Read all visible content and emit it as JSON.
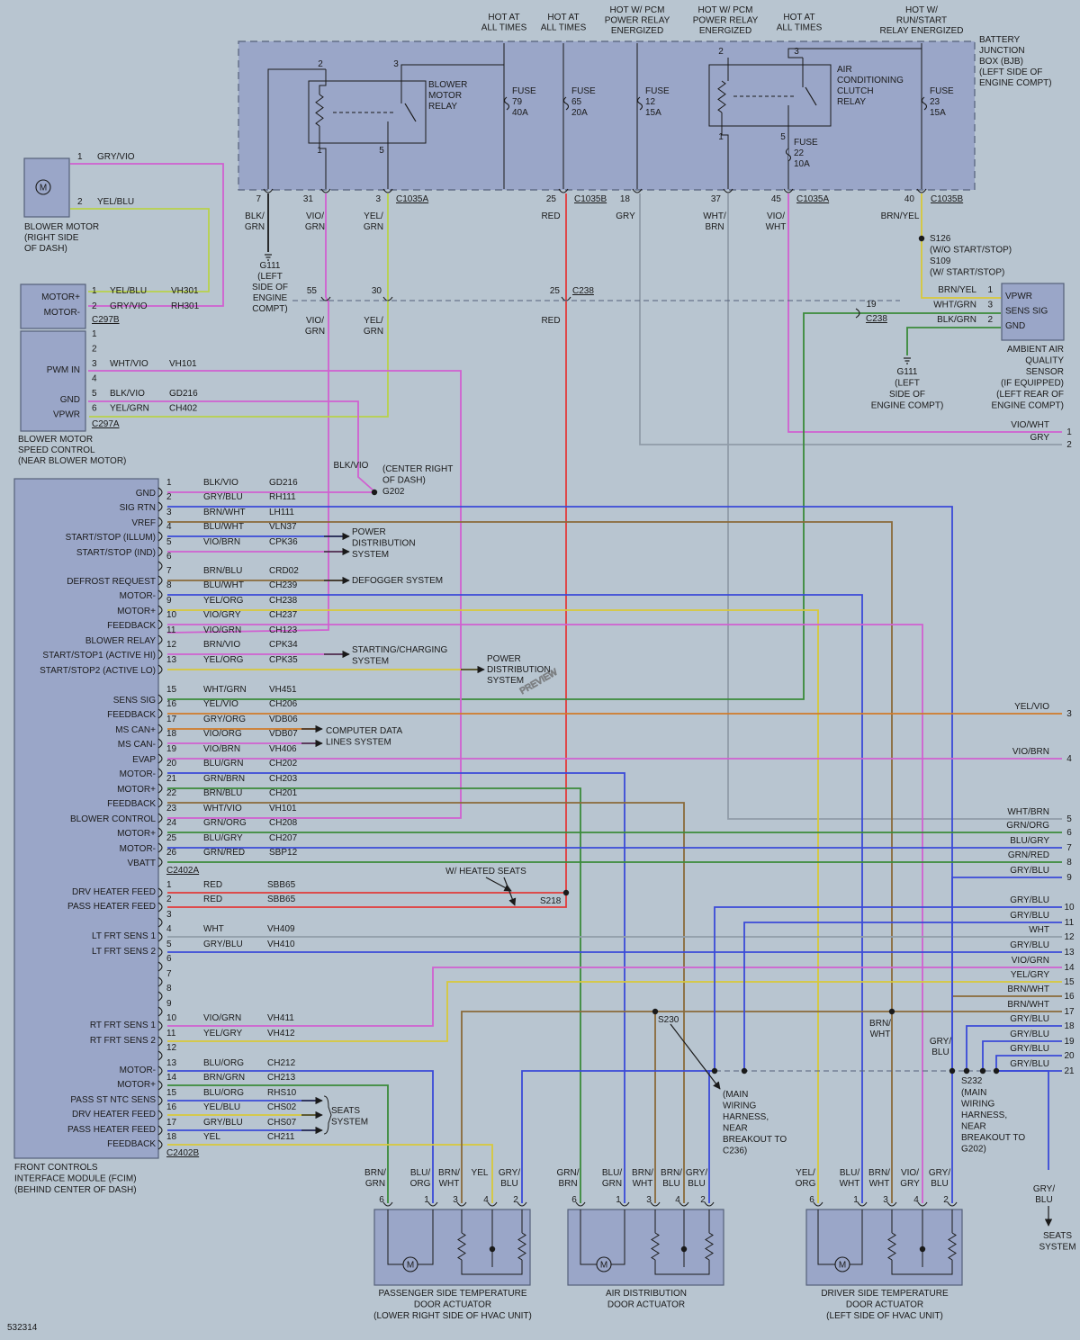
{
  "figure_id": "532314",
  "watermark": "PREVIEW",
  "colors": {
    "background": "#b8c5d0",
    "module_fill": "#9aa6c8",
    "red": "#e23a3a",
    "pink": "#d060d0",
    "yelgrn": "#b8d24a",
    "gry": "#909ca8",
    "grn": "#3a8a3a",
    "blu": "#3a4ad8",
    "brown": "#8a6a3a",
    "orange": "#d07a2a",
    "yellow": "#d8c83a",
    "black": "#1a1a1a"
  },
  "bjb": {
    "lines": [
      "BATTERY",
      "JUNCTION",
      "BOX (BJB)",
      "(LEFT SIDE OF",
      "ENGINE COMPT)"
    ],
    "supply_labels": [
      [
        "HOT AT",
        "ALL TIMES"
      ],
      [
        "HOT AT",
        "ALL TIMES"
      ],
      [
        "HOT W/ PCM",
        "POWER RELAY",
        "ENERGIZED"
      ],
      [
        "HOT W/ PCM",
        "POWER RELAY",
        "ENERGIZED"
      ],
      [
        "HOT AT",
        "ALL TIMES"
      ],
      [
        "HOT W/",
        "RUN/START",
        "RELAY ENERGIZED"
      ]
    ],
    "blower_relay": [
      "BLOWER",
      "MOTOR",
      "RELAY"
    ],
    "ac_relay": [
      "AIR",
      "CONDITIONING",
      "CLUTCH",
      "RELAY"
    ],
    "fuses": [
      [
        "FUSE",
        "79",
        "40A"
      ],
      [
        "FUSE",
        "65",
        "20A"
      ],
      [
        "FUSE",
        "12",
        "15A"
      ],
      [
        "FUSE",
        "22",
        "10A"
      ],
      [
        "FUSE",
        "23",
        "15A"
      ]
    ],
    "relay_pins": [
      "2",
      "3",
      "1",
      "5",
      "2",
      "3",
      "1",
      "5"
    ],
    "pins": [
      "7",
      "31",
      "3",
      "25",
      "18",
      "37",
      "45",
      "40"
    ],
    "connectors": [
      "C1035A",
      "C1035B",
      "C1035A",
      "C1035B"
    ],
    "wire_colors": [
      [
        "BLK/",
        "GRN"
      ],
      [
        "VIO/",
        "GRN"
      ],
      [
        "YEL/",
        "GRN"
      ],
      [
        "RED"
      ],
      [
        "GRY"
      ],
      [
        "WHT/",
        "BRN"
      ],
      [
        "VIO/",
        "WHT"
      ],
      [
        "BRN/YEL"
      ]
    ]
  },
  "inline_c238": {
    "pins": [
      "55",
      "30",
      "25",
      "19"
    ],
    "name": "C238",
    "colors": [
      [
        "VIO/",
        "GRN"
      ],
      [
        "YEL/",
        "GRN"
      ],
      [
        "RED"
      ]
    ]
  },
  "g111_left": [
    "G111",
    "(LEFT",
    "SIDE OF",
    "ENGINE",
    "COMPT)"
  ],
  "g111_right": [
    "G111",
    "(LEFT",
    "SIDE OF",
    "ENGINE COMPT)"
  ],
  "s126": [
    "S126",
    "(W/O START/STOP)",
    "S109",
    "(W/ START/STOP)"
  ],
  "blower_motor": {
    "symbol": "M",
    "lines": [
      "BLOWER MOTOR",
      "(RIGHT SIDE",
      "OF DASH)"
    ],
    "pins": [
      {
        "n": "1",
        "color": "GRY/VIO"
      },
      {
        "n": "2",
        "color": "YEL/BLU"
      }
    ]
  },
  "bmsc": {
    "lines": [
      "BLOWER MOTOR",
      "SPEED CONTROL",
      "(NEAR BLOWER MOTOR)"
    ],
    "upper": {
      "connector": "C297B",
      "rows": [
        {
          "label": "MOTOR+",
          "pin": "1",
          "color": "YEL/BLU",
          "circuit": "VH301"
        },
        {
          "label": "MOTOR-",
          "pin": "2",
          "color": "GRY/VIO",
          "circuit": "RH301"
        }
      ]
    },
    "lower": {
      "connector": "C297A",
      "rows": [
        {
          "label": "",
          "pin": "1",
          "color": "",
          "circuit": ""
        },
        {
          "label": "",
          "pin": "2",
          "color": "",
          "circuit": ""
        },
        {
          "label": "PWM IN",
          "pin": "3",
          "color": "WHT/VIO",
          "circuit": "VH101"
        },
        {
          "label": "",
          "pin": "4",
          "color": "",
          "circuit": ""
        },
        {
          "label": "GND",
          "pin": "5",
          "color": "BLK/VIO",
          "circuit": "GD216"
        },
        {
          "label": "VPWR",
          "pin": "6",
          "color": "YEL/GRN",
          "circuit": "CH402"
        }
      ]
    }
  },
  "g202": {
    "wire": "BLK/VIO",
    "lines": [
      "(CENTER RIGHT",
      "OF DASH)",
      "G202"
    ]
  },
  "aaq": {
    "lines": [
      "AMBIENT AIR",
      "QUALITY",
      "SENSOR",
      "(IF EQUIPPED)",
      "(LEFT REAR OF",
      "ENGINE COMPT)"
    ],
    "rows": [
      {
        "label": "VPWR",
        "pin": "1",
        "color": "BRN/YEL"
      },
      {
        "label": "SENS SIG",
        "pin": "3",
        "color": "WHT/GRN"
      },
      {
        "label": "GND",
        "pin": "2",
        "color": "BLK/GRN"
      }
    ]
  },
  "fcim": {
    "lines": [
      "FRONT CONTROLS",
      "INTERFACE MODULE (FCIM)",
      "(BEHIND CENTER OF DASH)"
    ],
    "a": {
      "connector": "C2402A",
      "rows": [
        {
          "pin": "1",
          "label": "GND",
          "color": "BLK/VIO",
          "circuit": "GD216"
        },
        {
          "pin": "2",
          "label": "SIG RTN",
          "color": "GRY/BLU",
          "circuit": "RH111"
        },
        {
          "pin": "3",
          "label": "VREF",
          "color": "BRN/WHT",
          "circuit": "LH111"
        },
        {
          "pin": "4",
          "label": "START/STOP (ILLUM)",
          "color": "BLU/WHT",
          "circuit": "VLN37"
        },
        {
          "pin": "5",
          "label": "START/STOP (IND)",
          "color": "VIO/BRN",
          "circuit": "CPK36"
        },
        {
          "pin": "6",
          "label": "",
          "color": "",
          "circuit": ""
        },
        {
          "pin": "7",
          "label": "DEFROST REQUEST",
          "color": "BRN/BLU",
          "circuit": "CRD02"
        },
        {
          "pin": "8",
          "label": "MOTOR-",
          "color": "BLU/WHT",
          "circuit": "CH239"
        },
        {
          "pin": "9",
          "label": "MOTOR+",
          "color": "YEL/ORG",
          "circuit": "CH238"
        },
        {
          "pin": "10",
          "label": "FEEDBACK",
          "color": "VIO/GRY",
          "circuit": "CH237"
        },
        {
          "pin": "11",
          "label": "BLOWER RELAY",
          "color": "VIO/GRN",
          "circuit": "CH123"
        },
        {
          "pin": "12",
          "label": "START/STOP1 (ACTIVE HI)",
          "color": "BRN/VIO",
          "circuit": "CPK34"
        },
        {
          "pin": "13",
          "label": "START/STOP2 (ACTIVE LO)",
          "color": "YEL/ORG",
          "circuit": "CPK35"
        },
        {
          "pin": "15",
          "label": "SENS SIG",
          "color": "WHT/GRN",
          "circuit": "VH451"
        },
        {
          "pin": "16",
          "label": "FEEDBACK",
          "color": "YEL/VIO",
          "circuit": "CH206"
        },
        {
          "pin": "17",
          "label": "MS CAN+",
          "color": "GRY/ORG",
          "circuit": "VDB06"
        },
        {
          "pin": "18",
          "label": "MS CAN-",
          "color": "VIO/ORG",
          "circuit": "VDB07"
        },
        {
          "pin": "19",
          "label": "EVAP",
          "color": "VIO/BRN",
          "circuit": "VH406"
        },
        {
          "pin": "20",
          "label": "MOTOR-",
          "color": "BLU/GRN",
          "circuit": "CH202"
        },
        {
          "pin": "21",
          "label": "MOTOR+",
          "color": "GRN/BRN",
          "circuit": "CH203"
        },
        {
          "pin": "22",
          "label": "FEEDBACK",
          "color": "BRN/BLU",
          "circuit": "CH201"
        },
        {
          "pin": "23",
          "label": "BLOWER CONTROL",
          "color": "WHT/VIO",
          "circuit": "VH101"
        },
        {
          "pin": "24",
          "label": "MOTOR+",
          "color": "GRN/ORG",
          "circuit": "CH208"
        },
        {
          "pin": "25",
          "label": "MOTOR-",
          "color": "BLU/GRY",
          "circuit": "CH207"
        },
        {
          "pin": "26",
          "label": "VBATT",
          "color": "GRN/RED",
          "circuit": "SBP12"
        }
      ]
    },
    "b": {
      "connector": "C2402B",
      "rows": [
        {
          "pin": "1",
          "label": "DRV HEATER FEED",
          "color": "RED",
          "circuit": "SBB65"
        },
        {
          "pin": "2",
          "label": "PASS HEATER FEED",
          "color": "RED",
          "circuit": "SBB65"
        },
        {
          "pin": "3",
          "label": "",
          "color": "",
          "circuit": ""
        },
        {
          "pin": "4",
          "label": "LT FRT SENS 1",
          "color": "WHT",
          "circuit": "VH409"
        },
        {
          "pin": "5",
          "label": "LT FRT SENS 2",
          "color": "GRY/BLU",
          "circuit": "VH410"
        },
        {
          "pin": "6",
          "label": "",
          "color": "",
          "circuit": ""
        },
        {
          "pin": "7",
          "label": "",
          "color": "",
          "circuit": ""
        },
        {
          "pin": "8",
          "label": "",
          "color": "",
          "circuit": ""
        },
        {
          "pin": "9",
          "label": "",
          "color": "",
          "circuit": ""
        },
        {
          "pin": "10",
          "label": "RT FRT SENS 1",
          "color": "VIO/GRN",
          "circuit": "VH411"
        },
        {
          "pin": "11",
          "label": "RT FRT SENS 2",
          "color": "YEL/GRY",
          "circuit": "VH412"
        },
        {
          "pin": "12",
          "label": "",
          "color": "",
          "circuit": ""
        },
        {
          "pin": "13",
          "label": "MOTOR-",
          "color": "BLU/ORG",
          "circuit": "CH212"
        },
        {
          "pin": "14",
          "label": "MOTOR+",
          "color": "BRN/GRN",
          "circuit": "CH213"
        },
        {
          "pin": "15",
          "label": "PASS ST NTC SENS",
          "color": "BLU/ORG",
          "circuit": "RHS10"
        },
        {
          "pin": "16",
          "label": "DRV HEATER FEED",
          "color": "YEL/BLU",
          "circuit": "CHS02"
        },
        {
          "pin": "17",
          "label": "PASS HEATER FEED",
          "color": "GRY/BLU",
          "circuit": "CHS07"
        },
        {
          "pin": "18",
          "label": "FEEDBACK",
          "color": "YEL",
          "circuit": "CH211"
        }
      ]
    }
  },
  "systems": {
    "power_dist": [
      "POWER",
      "DISTRIBUTION",
      "SYSTEM"
    ],
    "defogger": "DEFOGGER SYSTEM",
    "starting": [
      "STARTING/CHARGING",
      "SYSTEM"
    ],
    "power_dist2": [
      "POWER",
      "DISTRIBUTION",
      "SYSTEM"
    ],
    "computer": [
      "COMPUTER DATA",
      "LINES SYSTEM"
    ],
    "seats": [
      "SEATS",
      "SYSTEM"
    ]
  },
  "heated_seats": {
    "label": "W/ HEATED SEATS",
    "splice": "S218"
  },
  "s230": {
    "name": "S230",
    "lines": [
      "(MAIN",
      "WIRING",
      "HARNESS,",
      "NEAR",
      "BREAKOUT TO",
      "C236)"
    ]
  },
  "s232": {
    "name": "S232",
    "lines": [
      "(MAIN",
      "WIRING",
      "HARNESS,",
      "NEAR",
      "BREAKOUT TO",
      "G202)"
    ]
  },
  "right_offpage": [
    {
      "n": "1",
      "color": "VIO/WHT"
    },
    {
      "n": "2",
      "color": "GRY"
    },
    {
      "n": "3",
      "color": "YEL/VIO"
    },
    {
      "n": "4",
      "color": "VIO/BRN"
    },
    {
      "n": "5",
      "color": "WHT/BRN"
    },
    {
      "n": "6",
      "color": "GRN/ORG"
    },
    {
      "n": "7",
      "color": "BLU/GRY"
    },
    {
      "n": "8",
      "color": "GRN/RED"
    },
    {
      "n": "9",
      "color": "GRY/BLU"
    },
    {
      "n": "10",
      "color": "GRY/BLU"
    },
    {
      "n": "11",
      "color": "GRY/BLU"
    },
    {
      "n": "12",
      "color": "WHT"
    },
    {
      "n": "13",
      "color": "GRY/BLU"
    },
    {
      "n": "14",
      "color": "VIO/GRN"
    },
    {
      "n": "15",
      "color": "YEL/GRY"
    },
    {
      "n": "16",
      "color": "BRN/WHT"
    },
    {
      "n": "17",
      "color": "BRN/WHT"
    },
    {
      "n": "18",
      "color": "GRY/BLU"
    },
    {
      "n": "19",
      "color": "GRY/BLU"
    },
    {
      "n": "20",
      "color": "GRY/BLU"
    },
    {
      "n": "21",
      "color": "GRY/BLU"
    }
  ],
  "brn_wht_drop": [
    "BRN/",
    "WHT"
  ],
  "gry_blu_drop": [
    "GRY/",
    "BLU"
  ],
  "seats_right": {
    "color": [
      "GRY/",
      "BLU"
    ],
    "lines": [
      "SEATS",
      "SYSTEM"
    ]
  },
  "actuators": [
    {
      "lines": [
        "PASSENGER SIDE TEMPERATURE",
        "DOOR ACTUATOR",
        "(LOWER RIGHT SIDE OF HVAC UNIT)"
      ],
      "symbol": "M",
      "pins": [
        {
          "n": "6",
          "color": [
            "BRN/",
            "GRN"
          ]
        },
        {
          "n": "1",
          "color": [
            "BLU/",
            "ORG"
          ]
        },
        {
          "n": "3",
          "color": [
            "BRN/",
            "WHT"
          ]
        },
        {
          "n": "4",
          "color": [
            "YEL"
          ]
        },
        {
          "n": "2",
          "color": [
            "GRY/",
            "BLU"
          ]
        }
      ]
    },
    {
      "lines": [
        "AIR DISTRIBUTION",
        "DOOR ACTUATOR"
      ],
      "symbol": "M",
      "pins": [
        {
          "n": "6",
          "color": [
            "GRN/",
            "BRN"
          ]
        },
        {
          "n": "1",
          "color": [
            "BLU/",
            "GRN"
          ]
        },
        {
          "n": "3",
          "color": [
            "BRN/",
            "WHT"
          ]
        },
        {
          "n": "4",
          "color": [
            "BRN/",
            "BLU"
          ]
        },
        {
          "n": "2",
          "color": [
            "GRY/",
            "BLU"
          ]
        }
      ]
    },
    {
      "lines": [
        "DRIVER SIDE TEMPERATURE",
        "DOOR ACTUATOR",
        "(LEFT SIDE OF HVAC UNIT)"
      ],
      "symbol": "M",
      "pins": [
        {
          "n": "6",
          "color": [
            "YEL/",
            "ORG"
          ]
        },
        {
          "n": "1",
          "color": [
            "BLU/",
            "WHT"
          ]
        },
        {
          "n": "3",
          "color": [
            "BRN/",
            "WHT"
          ]
        },
        {
          "n": "4",
          "color": [
            "VIO/",
            "GRY"
          ]
        },
        {
          "n": "2",
          "color": [
            "GRY/",
            "BLU"
          ]
        }
      ]
    }
  ]
}
